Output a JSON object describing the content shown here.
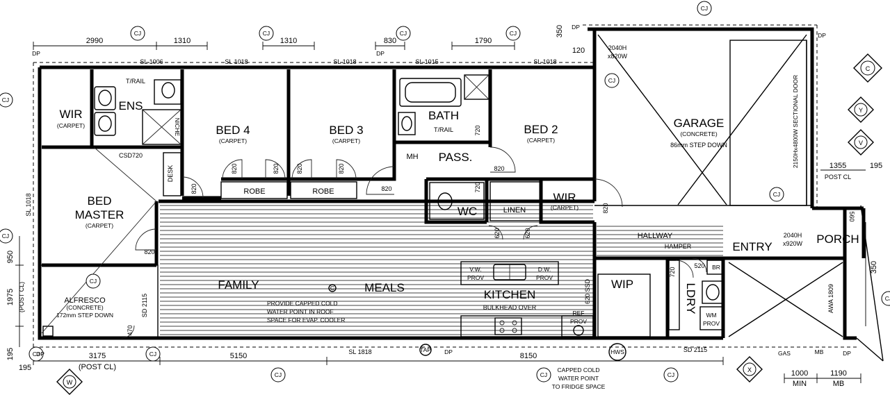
{
  "rooms": {
    "wir_master": {
      "name": "WIR",
      "sub": "(CARPET)"
    },
    "ens": {
      "name": "ENS"
    },
    "bed4": {
      "name": "BED 4",
      "sub": "(CARPET)"
    },
    "bed3": {
      "name": "BED 3",
      "sub": "(CARPET)"
    },
    "bath": {
      "name": "BATH",
      "trail": "T/RAIL"
    },
    "bed2": {
      "name": "BED 2",
      "sub": "(CARPET)"
    },
    "garage": {
      "name": "GARAGE",
      "sub1": "(CONCRETE)",
      "sub2": "86mm STEP DOWN"
    },
    "bed_master": {
      "line1": "BED",
      "line2": "MASTER",
      "sub": "(CARPET)"
    },
    "desk": "DESK",
    "robe_a": "ROBE",
    "robe_b": "ROBE",
    "mh": "MH",
    "pass": "PASS.",
    "wc": "WC",
    "linen": "LINEN",
    "wir2": {
      "name": "WIR",
      "sub": "(CARPET)"
    },
    "hallway": "HALLWAY",
    "hamper": "HAMPER",
    "entry": "ENTRY",
    "porch": "PORCH",
    "family": "FAMILY",
    "meals": "MEALS",
    "kitchen": "KITCHEN",
    "bulkhead": "BULKHEAD OVER",
    "wip": "WIP",
    "ldry": "LDRY",
    "alfresco": {
      "name": "ALFRESCO",
      "sub1": "(CONCRETE)",
      "sub2": "172mm STEP DOWN"
    },
    "trail_ens": "T/RAIL",
    "niche": "NICHE",
    "csd720": "CSD720"
  },
  "fixtures": {
    "vw_prov": [
      "V.W.",
      "PROV"
    ],
    "dw_prov": [
      "D.W.",
      "PROV"
    ],
    "ref_prov": [
      "REF",
      "PROV"
    ],
    "wm_prov": [
      "WM",
      "PROV"
    ],
    "br": "BR",
    "hws": "HWS",
    "gas": "GAS",
    "mb": "MB",
    "tap": "TAP"
  },
  "notes": {
    "cap_note": [
      "PROVIDE CAPPED COLD",
      "WATER POINT IN ROOF",
      "SPACE FOR EVAP. COOLER"
    ],
    "capped_cold": [
      "CAPPED COLD",
      "WATER POINT",
      "TO FRIDGE SPACE"
    ],
    "garage_door": "2150Hx4800W SECTIONAL DOOR",
    "garage_window": [
      "2040H",
      "x820W"
    ],
    "entry_window": [
      "2040H",
      "x920W"
    ]
  },
  "dimensions": {
    "top": [
      "2990",
      "1310",
      "1310",
      "830",
      "1790",
      "350",
      "120"
    ],
    "sliding_top": [
      "SL 1006",
      "SL 1018",
      "SL 1018",
      "SL 1015",
      "SL 1018"
    ],
    "left": [
      "SL 1018",
      "950",
      "1975",
      "(POST CL)",
      "195"
    ],
    "bottom": [
      "3175",
      "(POST CL)",
      "5150",
      "8150",
      "1000",
      "MIN",
      "1190",
      "MB",
      "195"
    ],
    "bottom_sl": [
      "SL 1818",
      "SD 2115"
    ],
    "right": [
      "1355",
      "195",
      "POST CL",
      "350",
      "560",
      "AWA 1809"
    ],
    "sd_alfresco": "SD 2115",
    "sd_kitchen": "620 SSD",
    "robe_door": "820",
    "door_820": "820",
    "door_720": "720",
    "door_520": "520",
    "door_620": "620",
    "door_470": "470"
  },
  "markers": {
    "cj": "CJ",
    "dp": "DP",
    "section_c": "C",
    "section_y": "Y",
    "section_v": "V",
    "section_w": "W",
    "section_x": "X",
    "c_mark": "C"
  },
  "colors": {
    "ink": "#000000",
    "paper": "#ffffff"
  }
}
